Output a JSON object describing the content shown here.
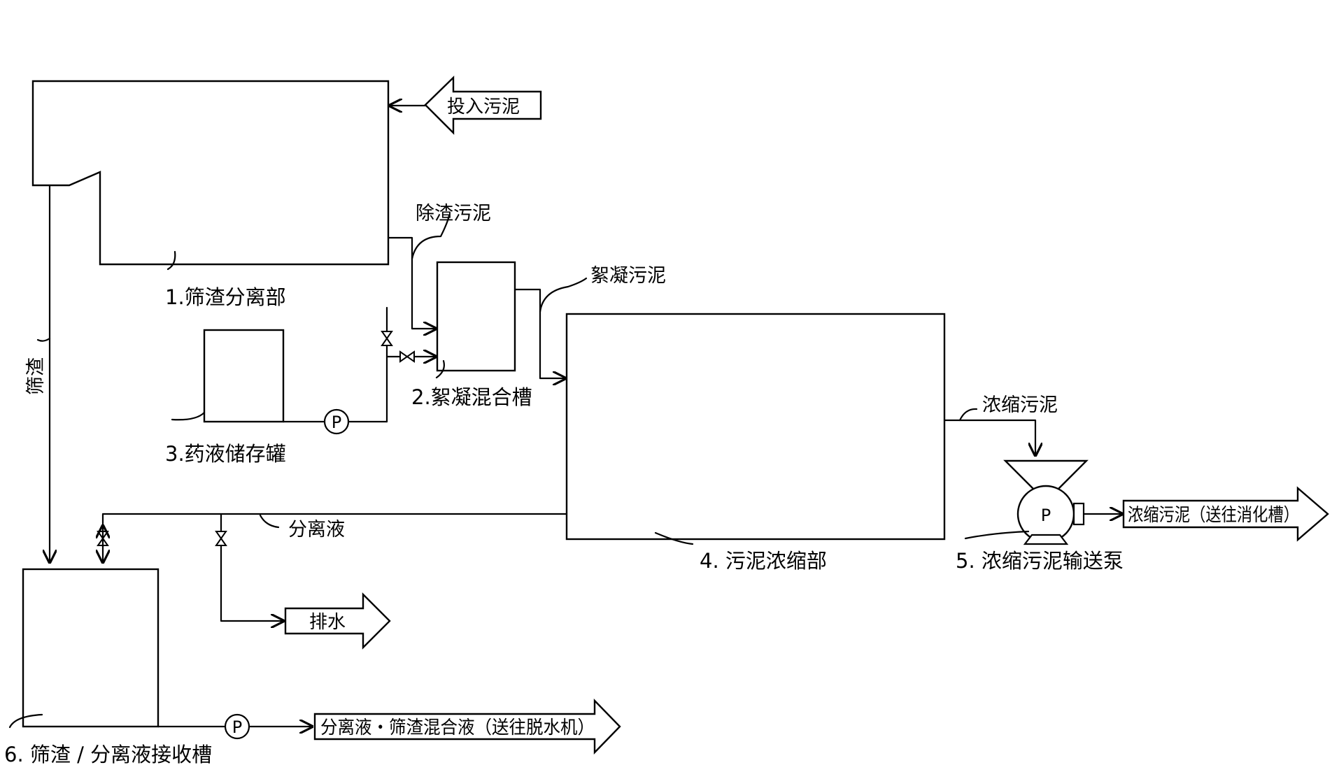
{
  "units": [
    {
      "id": "screen",
      "label": "1.筛渣分离部"
    },
    {
      "id": "mixer",
      "label": "2.絮凝混合槽"
    },
    {
      "id": "chem_tank",
      "label": "3.药液储存罐"
    },
    {
      "id": "thickener",
      "label": "4. 污泥浓缩部"
    },
    {
      "id": "pump",
      "label": "5. 浓缩污泥输送泵"
    },
    {
      "id": "receiver",
      "label": "6. 筛渣 / 分离液接收槽"
    }
  ],
  "flows": {
    "screened_sludge": "除渣污泥",
    "flocculated_sludge": "絮凝污泥",
    "thickened_sludge": "浓缩污泥",
    "separated_liquid": "分离液",
    "screenings": "筛渣"
  },
  "io_arrows": {
    "input": "投入污泥",
    "drain": "排水",
    "to_digester": "浓缩污泥（送往消化槽）",
    "to_dewater": "分离液・筛渣混合液（送往脱水机）"
  },
  "pump_symbol": "P"
}
